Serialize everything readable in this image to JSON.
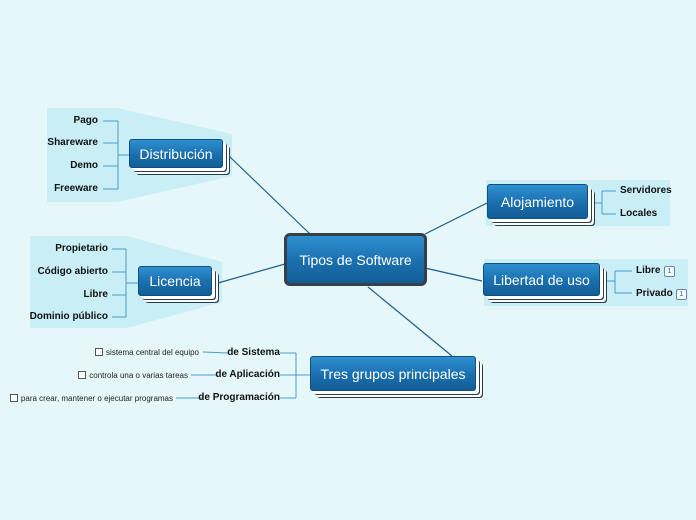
{
  "center": {
    "label": "Tipos de Software"
  },
  "distribucion": {
    "label": "Distribución",
    "items": [
      "Pago",
      "Shareware",
      "Demo",
      "Freeware"
    ]
  },
  "licencia": {
    "label": "Licencia",
    "items": [
      "Propietario",
      "Código abierto",
      "Libre",
      "Dominio público"
    ]
  },
  "alojamiento": {
    "label": "Alojamiento",
    "items": [
      "Servidores",
      "Locales"
    ]
  },
  "libertad": {
    "label": "Libertad de uso",
    "items": [
      {
        "label": "Libre",
        "badge": "1"
      },
      {
        "label": "Privado",
        "badge": "1"
      }
    ]
  },
  "tres_grupos": {
    "label": "Tres grupos principales",
    "items": [
      {
        "label": "de Sistema",
        "note": "sistema central del equipo"
      },
      {
        "label": "de Aplicación",
        "note": "controla una o varias tareas"
      },
      {
        "label": "de Programación",
        "note": "para crear, mantener o ejecutar programas"
      }
    ]
  },
  "colors": {
    "background": "#e6f7f9",
    "node": "#1a6fae",
    "connector": "#1d5e8c",
    "panel": "#c9eef6"
  }
}
